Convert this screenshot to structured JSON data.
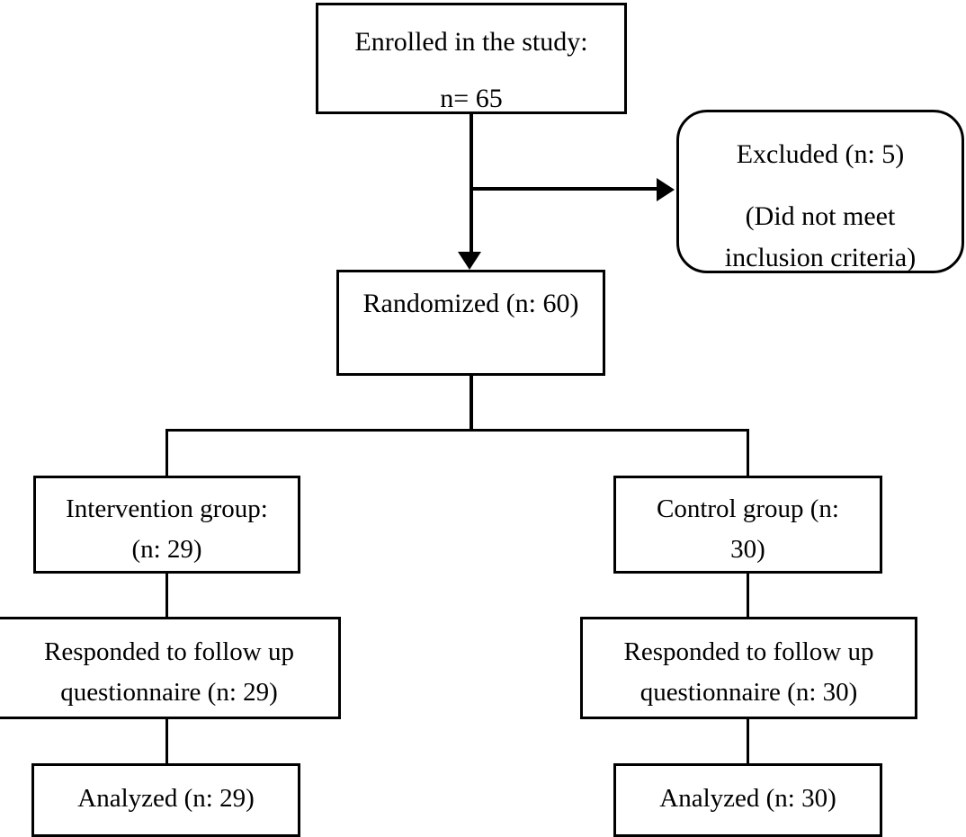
{
  "figure": {
    "type": "consort-flow-diagram",
    "colors": {
      "stroke": "#000000",
      "background": "#ffffff",
      "text": "#000000"
    }
  },
  "nodes": {
    "enrolled": {
      "line1": "Enrolled in the study:",
      "line2": "n= 65",
      "shape": "rectangle",
      "n": 65
    },
    "excluded": {
      "line1": "Excluded (n: 5)",
      "line2": "(Did not meet",
      "line3": "inclusion criteria)",
      "shape": "rounded-rectangle",
      "n": 5
    },
    "randomized": {
      "line1": "Randomized (n: 60)",
      "shape": "rectangle",
      "n": 60
    },
    "intervention": {
      "line1": "Intervention group:",
      "line2": "(n: 29)",
      "shape": "rectangle",
      "n": 29
    },
    "control": {
      "line1": "Control group (n:",
      "line2": "30)",
      "shape": "rectangle",
      "n": 30
    },
    "followup_left": {
      "line1": "Responded to follow up",
      "line2": "questionnaire (n: 29)",
      "shape": "rectangle",
      "n": 29
    },
    "followup_right": {
      "line1": "Responded to follow up",
      "line2": "questionnaire (n: 30)",
      "shape": "rectangle",
      "n": 30
    },
    "analyzed_left": {
      "line1": "Analyzed (n: 29)",
      "shape": "rectangle",
      "n": 29
    },
    "analyzed_right": {
      "line1": "Analyzed (n: 30)",
      "shape": "rectangle",
      "n": 30
    }
  },
  "connectors": [
    {
      "id": "enrolled-to-randomized",
      "from": "enrolled",
      "to": "randomized",
      "arrow": "down"
    },
    {
      "id": "enrolled-to-excluded",
      "from": "enrolled",
      "to": "excluded",
      "arrow": "right"
    },
    {
      "id": "randomized-split",
      "from": "randomized",
      "to": "intervention,control",
      "arrow": "none"
    },
    {
      "id": "intervention-to-followup",
      "from": "intervention",
      "to": "followup_left",
      "arrow": "none"
    },
    {
      "id": "control-to-followup",
      "from": "control",
      "to": "followup_right",
      "arrow": "none"
    },
    {
      "id": "followup-to-analyzed-left",
      "from": "followup_left",
      "to": "analyzed_left",
      "arrow": "none"
    },
    {
      "id": "followup-to-analyzed-right",
      "from": "followup_right",
      "to": "analyzed_right",
      "arrow": "none"
    }
  ]
}
